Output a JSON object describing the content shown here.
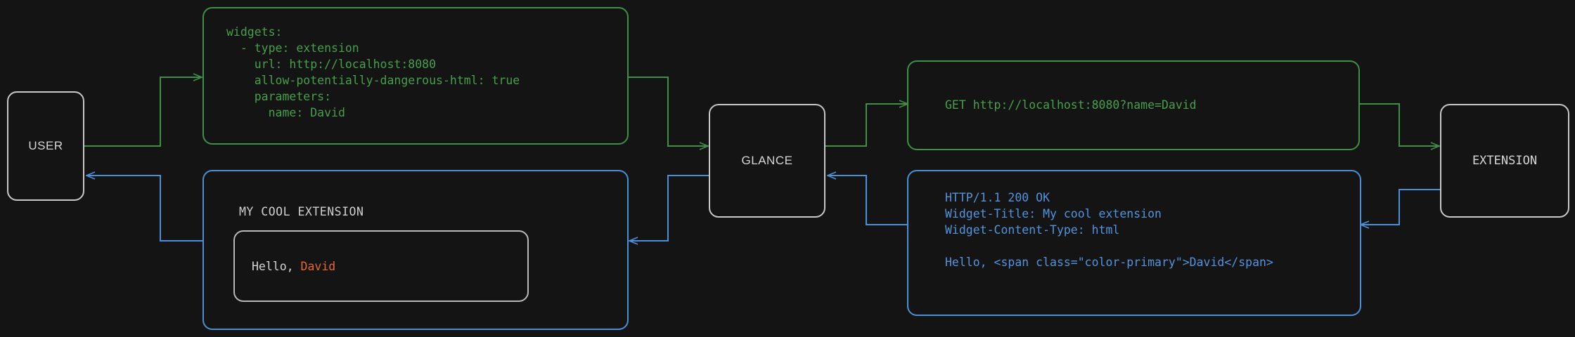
{
  "palette": {
    "background": "#141414",
    "node_border": "#c8c8c8",
    "request_green": "#45a049",
    "response_blue": "#5294de",
    "accent_orange": "#e8672c",
    "text_light": "#d6d6d6"
  },
  "nodes": {
    "user": {
      "label": "USER"
    },
    "glance": {
      "label": "GLANCE"
    },
    "extension": {
      "label": "EXTENSION"
    }
  },
  "panels": {
    "config_yaml": {
      "color": "green",
      "text": "widgets:\n  - type: extension\n    url: http://localhost:8080\n    allow-potentially-dangerous-html: true\n    parameters:\n      name: David"
    },
    "http_request": {
      "color": "green",
      "text": "GET http://localhost:8080?name=David"
    },
    "http_response": {
      "color": "blue",
      "text": "HTTP/1.1 200 OK\nWidget-Title: My cool extension\nWidget-Content-Type: html\n\nHello, <span class=\"color-primary\">David</span>"
    },
    "rendered_widget": {
      "color": "blue",
      "title": "MY COOL EXTENSION",
      "body_prefix": "Hello, ",
      "body_accent": "David"
    }
  },
  "flow": {
    "request_edges": [
      {
        "from": "user",
        "to": "config_yaml"
      },
      {
        "from": "config_yaml",
        "to": "glance"
      },
      {
        "from": "glance",
        "to": "http_request"
      },
      {
        "from": "http_request",
        "to": "extension"
      }
    ],
    "response_edges": [
      {
        "from": "extension",
        "to": "http_response"
      },
      {
        "from": "http_response",
        "to": "glance"
      },
      {
        "from": "glance",
        "to": "rendered_widget"
      },
      {
        "from": "rendered_widget",
        "to": "user"
      }
    ]
  }
}
